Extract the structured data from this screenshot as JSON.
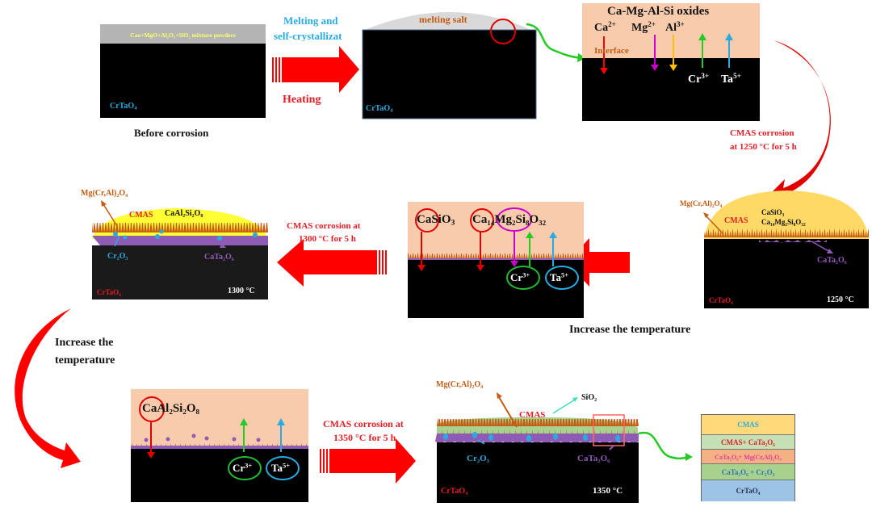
{
  "colors": {
    "arrow_red": "#ff0000",
    "label_blue": "#29abe2",
    "label_red": "#e51c23",
    "salt_gray": "#d9d9d9",
    "oxide_peach": "#f8cbad",
    "cmas_yellow_1250": "#ffd966",
    "cmas_yellow_1300": "#ffff33",
    "cmas_green_1350": "#a9d18e",
    "orange_phase": "#c55a11",
    "purple_phase": "#8e5bb5",
    "cr2o3_blue": "#29abe2",
    "green_arrow": "#22cc22"
  },
  "stage1": {
    "powder_label": "Cao+MgO+Al₂O₃+SiO₂ mixture powders",
    "substrate_label": "CrTaO",
    "substrate_sub": "4",
    "caption": "Before corrosion"
  },
  "arrow1": {
    "top_label_line1": "Melting and",
    "top_label_line2": "self-crystallizat",
    "bottom_label": "Heating"
  },
  "stage2": {
    "salt_label": "melting salt",
    "substrate_label": "CrTaO",
    "substrate_sub": "4"
  },
  "stage3": {
    "title": "Ca-Mg-Al-Si oxides",
    "ions_in": [
      {
        "el": "Ca",
        "charge": "2+"
      },
      {
        "el": "Mg",
        "charge": "2+"
      },
      {
        "el": "Al",
        "charge": "3+"
      }
    ],
    "interface_label": "Interface",
    "ions_out": [
      {
        "el": "Cr",
        "charge": "3+"
      },
      {
        "el": "Ta",
        "charge": "5+"
      }
    ]
  },
  "curve_arrow1": {
    "line1": "CMAS corrosion",
    "line2": "at  1250 °C for 5 h"
  },
  "stage4": {
    "spinel_label": "Mg(Cr,Al)₂O₄",
    "cmas_label": "CMAS",
    "phase1": "CaSiO₃",
    "phase2": "Ca₁₄Mg₂Si₈O₃₂",
    "tantalate_label": "CaTa₂O₆",
    "substrate_label": "CrTaO₄",
    "temperature": "1250 °C",
    "caption": "Increase the temperature"
  },
  "stage5": {
    "formula1_circled": "Ca",
    "formula1_rest": "SiO",
    "formula1_sub": "3",
    "formula2": "Ca₁₄Mg₂Si₈O₃₂",
    "ions_out": [
      {
        "el": "Cr",
        "charge": "3+"
      },
      {
        "el": "Ta",
        "charge": "5+"
      }
    ]
  },
  "arrow2": {
    "line1": "CMAS corrosion  at",
    "line2": "1300 °C for 5 h"
  },
  "stage6": {
    "spinel_label": "Mg(Cr,Al)₂O₄",
    "cmas_label": "CMAS",
    "phase1": "CaAl₂Si₂O₈",
    "cr2o3_label": "Cr₂O₃",
    "tantalate_label": "CaTa₂O₆",
    "substrate_label": "CrTaO₄",
    "temperature": "1300 °C"
  },
  "curve_arrow2": {
    "line1": "Increase the",
    "line2": "temperature"
  },
  "stage7": {
    "formula_circled": "Ca",
    "formula_rest": "Al₂Si₂O₈",
    "ions_out": [
      {
        "el": "Cr",
        "charge": "3+"
      },
      {
        "el": "Ta",
        "charge": "5+"
      }
    ]
  },
  "arrow3": {
    "line1": "CMAS corrosion at",
    "line2": "1350 °C for 5 h"
  },
  "stage8": {
    "spinel_label": "Mg(Cr,Al)₂O₄",
    "sio2_label": "SiO₂",
    "cmas_label": "CMAS",
    "cr2o3_label": "Cr₂O₃",
    "tantalate_label": "CaTa₂O₆",
    "substrate_label": "CrTaO₄",
    "temperature": "1350 °C"
  },
  "layer_stack": {
    "layers": [
      {
        "label": "CMAS",
        "color": "#ffd97a",
        "text_color": "#29abe2"
      },
      {
        "label": "CMAS+ CaTa₂O₆",
        "color": "#c5e0b4",
        "text_color": "#e51c23"
      },
      {
        "label": "CaTa₂O₆+ Mg(Cr,Al)₂O₄",
        "color": "#f4b183",
        "text_color": "#e040a0"
      },
      {
        "label": "CaTa₂O₆ + Cr₂O₃",
        "color": "#a9d18e",
        "text_color": "#2e75b6"
      },
      {
        "label": "CrTaO₄",
        "color": "#9dc3e6",
        "text_color": "#1f2f4f"
      }
    ]
  }
}
